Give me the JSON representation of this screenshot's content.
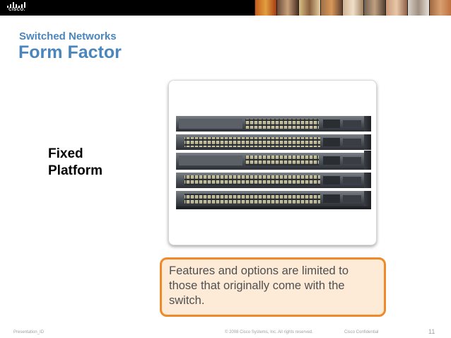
{
  "header": {
    "logo_text": "CISCO."
  },
  "slide": {
    "subtitle": "Switched Networks",
    "title": "Form Factor",
    "label_line1": "Fixed",
    "label_line2": "Platform",
    "callout_text": "Features and options are limited to those that originally come with the switch."
  },
  "footer": {
    "left": "Presentation_ID",
    "center": "© 2008 Cisco Systems, Inc. All rights reserved.",
    "right": "Cisco Confidential",
    "page_number": "11"
  },
  "colors": {
    "title_blue": "#4a86bd",
    "callout_border": "#ef8a2a",
    "callout_fill": "#fdebd7"
  }
}
